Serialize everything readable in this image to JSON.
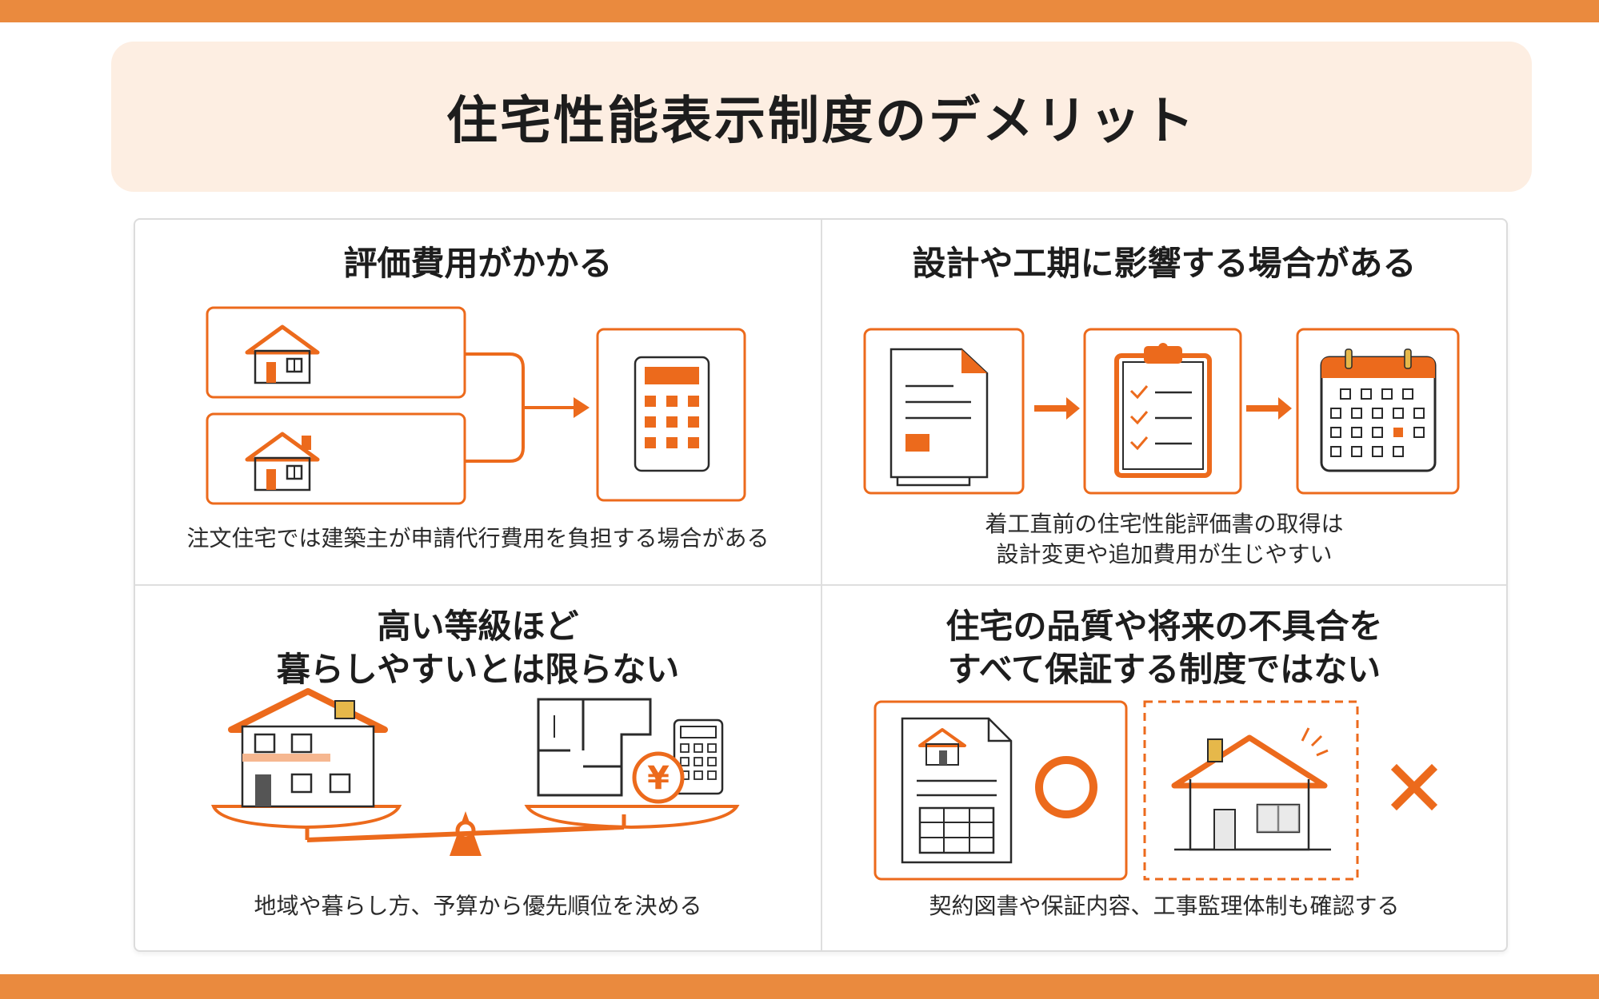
{
  "header": {
    "title": "住宅性能表示制度のデメリット"
  },
  "panels": [
    {
      "title_lines": [
        "評価費用がかかる"
      ],
      "caption_lines": [
        "注文住宅では建築主が申請代行費用を負担する場合がある"
      ],
      "icons": [
        "house-icon",
        "house-icon",
        "calculator-icon"
      ]
    },
    {
      "title_lines": [
        "設計や工期に影響する場合がある"
      ],
      "caption_lines": [
        "着工直前の住宅性能評価書の取得は",
        "設計変更や追加費用が生じやすい"
      ],
      "icons": [
        "document-icon",
        "checklist-icon",
        "calendar-icon"
      ]
    },
    {
      "title_lines": [
        "高い等級ほど",
        "暮らしやすいとは限らない"
      ],
      "caption_lines": [
        "地域や暮らし方、予算から優先順位を決める"
      ],
      "icons": [
        "balance-scale-icon",
        "house-icon",
        "floor-plan-icon",
        "calculator-icon",
        "yen-coin-icon"
      ]
    },
    {
      "title_lines": [
        "住宅の品質や将来の不具合を",
        "すべて保証する制度ではない"
      ],
      "caption_lines": [
        "契約図書や保証内容、工事監理体制も確認する"
      ],
      "icons": [
        "contract-document-icon",
        "circle-mark-icon",
        "house-icon",
        "cross-mark-icon"
      ],
      "yen_symbol": "¥"
    }
  ],
  "colors": {
    "accent": "#ec6a1c",
    "band": "#ea8a3e",
    "title_bg": "#fdeee2"
  }
}
